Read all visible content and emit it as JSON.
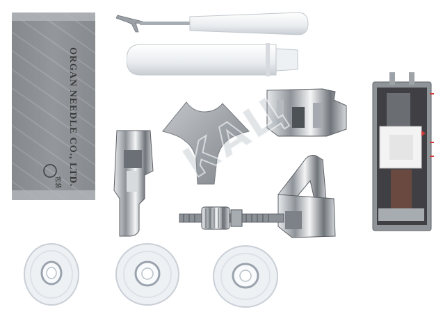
{
  "image": {
    "needle_pack": {
      "brand_text": "ORGAN NEEDLE CO., LTD.",
      "sub_text": "包装"
    },
    "watermark_text": "КАЦ"
  }
}
